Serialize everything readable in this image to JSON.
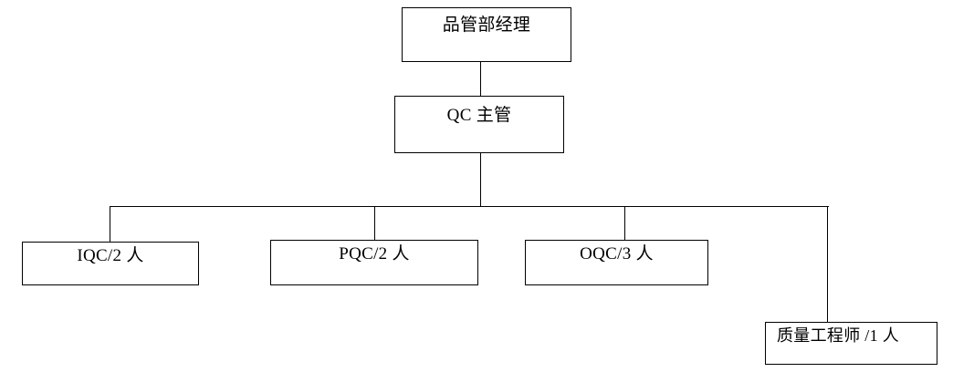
{
  "chart_data": {
    "type": "diagram",
    "title": "",
    "diagram_kind": "organization-chart",
    "orientation": "top-down",
    "nodes": [
      {
        "id": "manager",
        "label": "品管部经理",
        "level": 1,
        "headcount": null
      },
      {
        "id": "qc",
        "label": "QC 主管",
        "level": 2,
        "headcount": null
      },
      {
        "id": "iqc",
        "label": "IQC/2 人",
        "level": 3,
        "headcount": 2
      },
      {
        "id": "pqc",
        "label": "PQC/2 人",
        "level": 3,
        "headcount": 2
      },
      {
        "id": "oqc",
        "label": "OQC/3 人",
        "level": 3,
        "headcount": 3
      },
      {
        "id": "qe",
        "label": "质量工程师 /1 人",
        "level": 4,
        "headcount": 1
      }
    ],
    "edges": [
      {
        "from": "manager",
        "to": "qc"
      },
      {
        "from": "qc",
        "to": "iqc"
      },
      {
        "from": "qc",
        "to": "pqc"
      },
      {
        "from": "qc",
        "to": "oqc"
      },
      {
        "from": "qc",
        "to": "qe"
      }
    ],
    "colors": {
      "line": "#000000",
      "box_fill": "#ffffff",
      "text": "#000000"
    }
  }
}
